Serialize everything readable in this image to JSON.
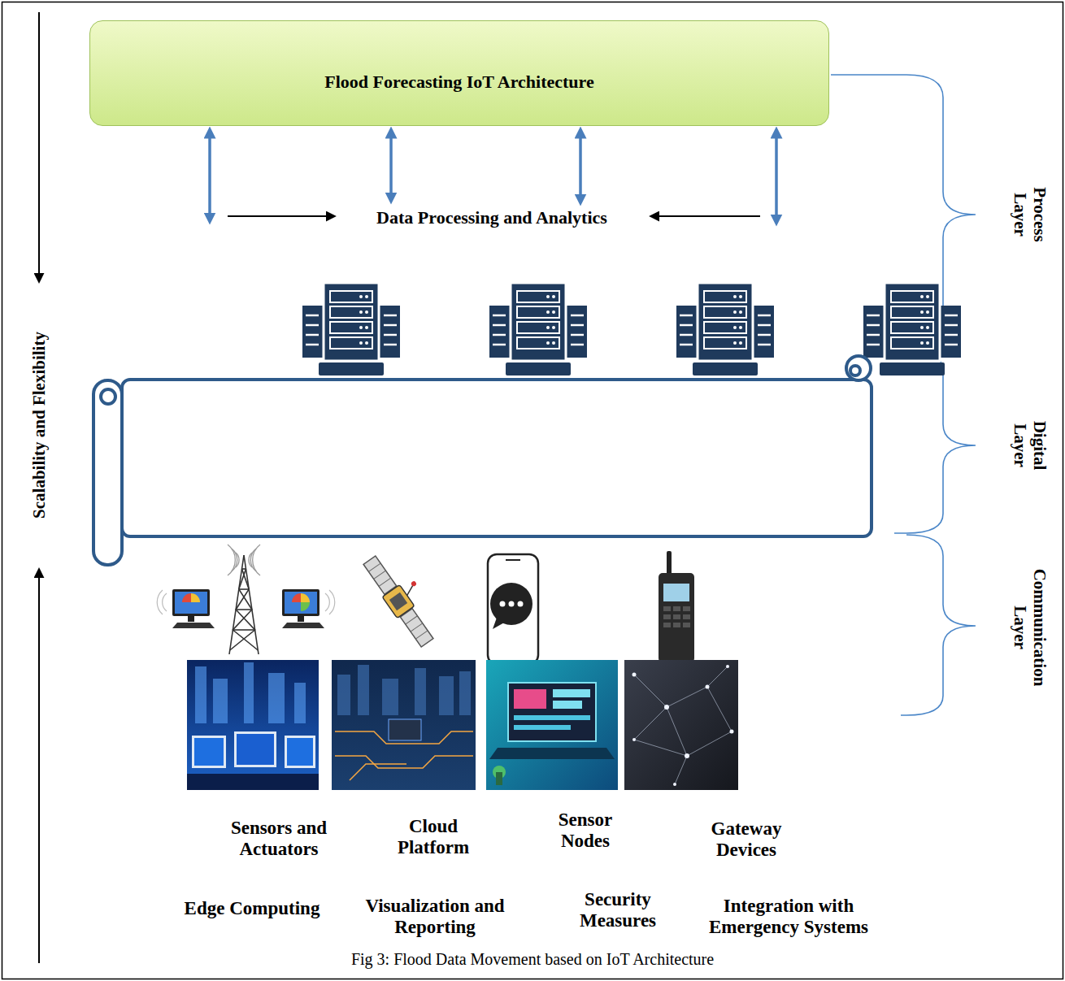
{
  "diagram": {
    "caption": "Fig 3: Flood Data Movement based on IoT Architecture",
    "nodes": [
      {
        "text": [
          "Flood Forecasting IoT Architecture"
        ]
      }
    ],
    "labels": [
      "Data Processing and Analytics",
      "Process Layer",
      "Digital Layer",
      "Communication Layer",
      "Scalability and Flexibility",
      "Sensors and Actuators",
      "Cloud Platform",
      "Sensor Nodes",
      "Gateway Devices",
      "Edge Computing",
      "Visualization and Reporting",
      "Security Measures",
      "Integration with Emergency Systems"
    ]
  }
}
